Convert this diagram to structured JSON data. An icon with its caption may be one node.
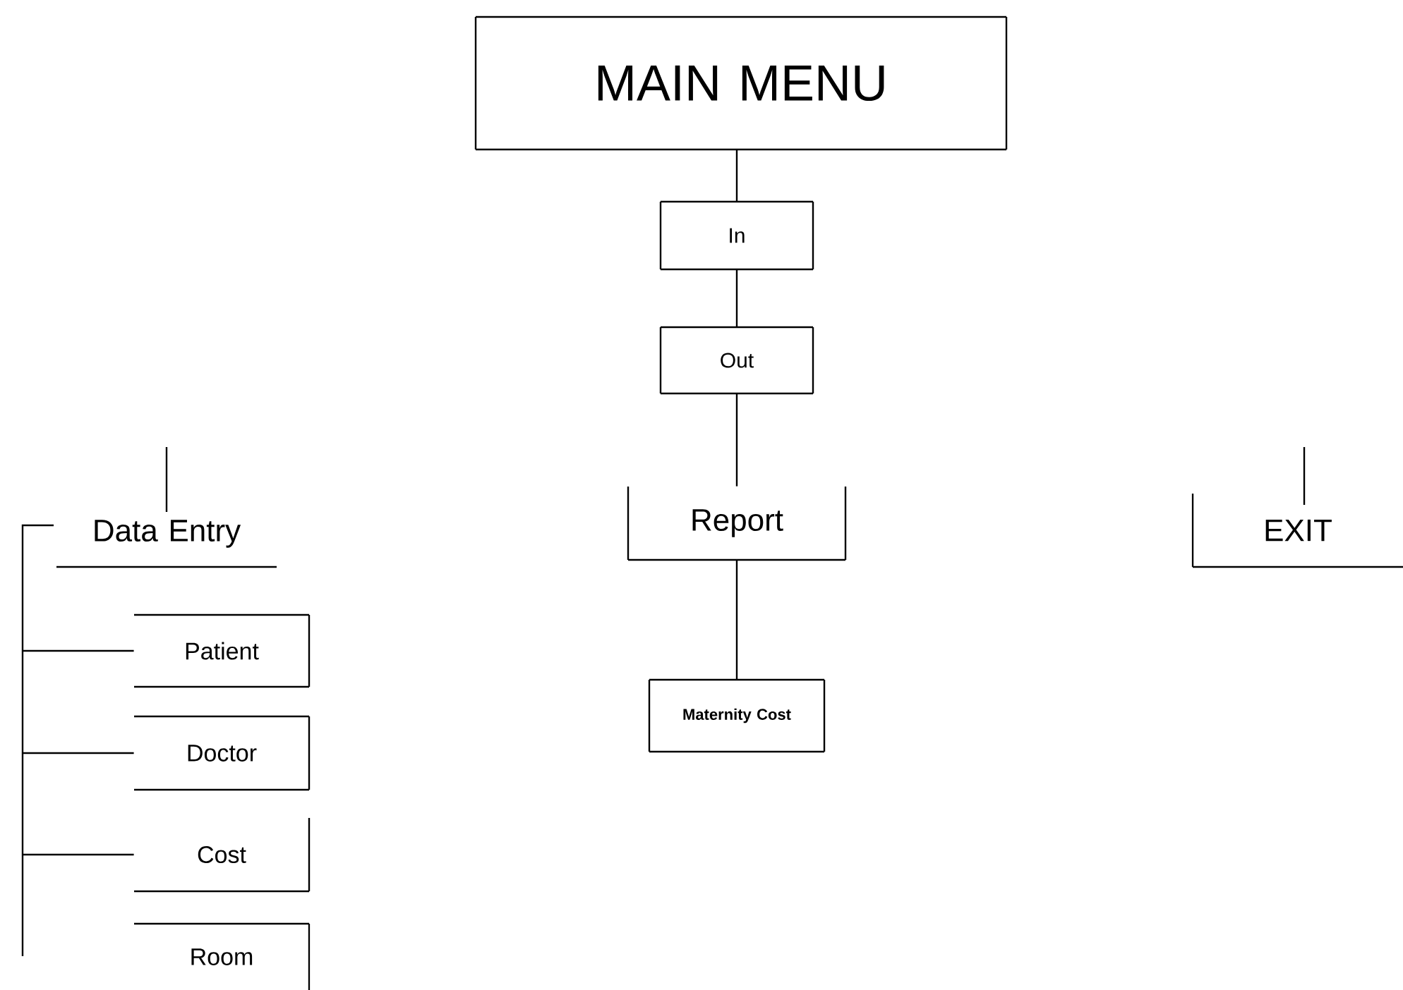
{
  "diagram": {
    "nodes": [
      {
        "text": [
          "MAIN MENU"
        ]
      },
      {
        "text": [
          "In"
        ]
      },
      {
        "text": [
          "Out"
        ]
      },
      {
        "text": [
          "Report"
        ]
      },
      {
        "text": [
          "Maternity Cost"
        ]
      },
      {
        "text": [
          "Data Entry"
        ]
      },
      {
        "text": [
          "Patient"
        ]
      },
      {
        "text": [
          "Doctor"
        ]
      },
      {
        "text": [
          "Cost"
        ]
      },
      {
        "text": [
          "Room"
        ]
      },
      {
        "text": [
          "EXIT"
        ]
      }
    ],
    "edges": [
      {
        "from": 0,
        "to": 1,
        "arrow": "none"
      },
      {
        "from": 1,
        "to": 2,
        "arrow": "none"
      },
      {
        "from": 2,
        "to": 3,
        "arrow": "none"
      },
      {
        "from": 3,
        "to": 4,
        "arrow": "none"
      },
      {
        "from": null,
        "to": 5,
        "arrow": "none"
      },
      {
        "from": 5,
        "to": 6,
        "arrow": "none"
      },
      {
        "from": 5,
        "to": 7,
        "arrow": "none"
      },
      {
        "from": 5,
        "to": 8,
        "arrow": "none"
      },
      {
        "from": null,
        "to": 10,
        "arrow": "none"
      }
    ]
  }
}
